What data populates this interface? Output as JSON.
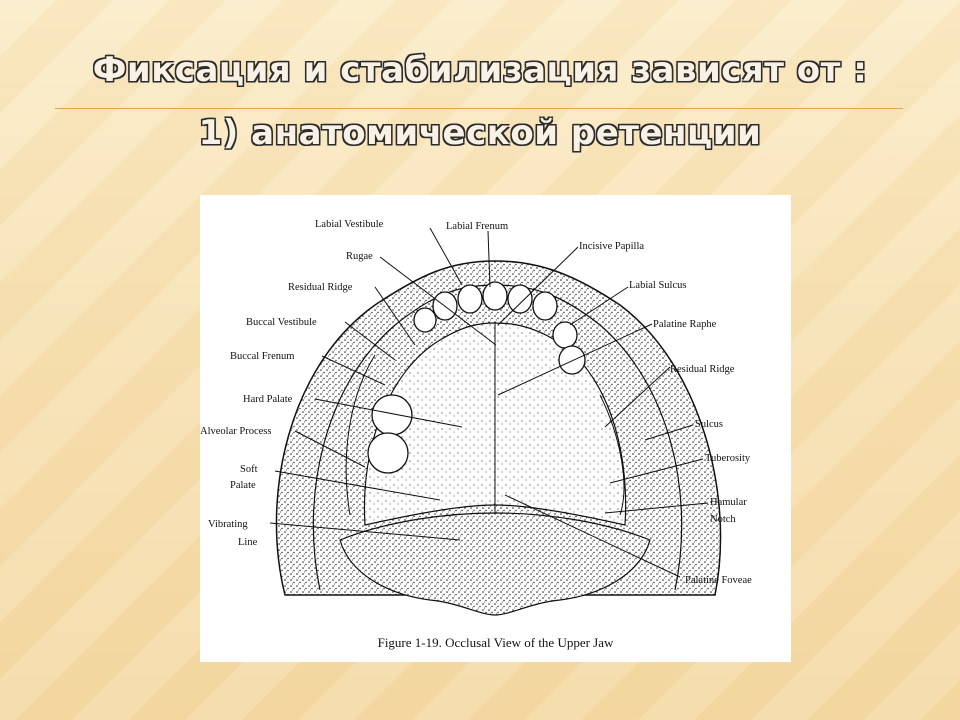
{
  "slide": {
    "title_line1": "Фиксация и стабилизация зависят от :",
    "title_line2": "1) анатомической ретенции"
  },
  "figure": {
    "caption": "Figure 1-19.  Occlusal View of the Upper Jaw",
    "labels": {
      "labial_vestibule": "Labial Vestibule",
      "labial_frenum": "Labial Frenum",
      "rugae": "Rugae",
      "incisive_papilla": "Incisive Papilla",
      "residual_ridge_left": "Residual Ridge",
      "labial_sulcus": "Labial Sulcus",
      "buccal_vestibule": "Buccal Vestibule",
      "palatine_raphe": "Palatine Raphe",
      "buccal_frenum": "Buccal Frenum",
      "residual_ridge_right": "Residual Ridge",
      "hard_palate": "Hard Palate",
      "sulcus": "Sulcus",
      "alveolar_process": "Alveolar Process",
      "tuberosity": "Tuberosity",
      "soft": "Soft",
      "palate": "Palate",
      "hamular": "Hamular",
      "notch": "Notch",
      "vibrating": "Vibrating",
      "line": "Line",
      "palatine_foveae": "Palatine Foveae"
    }
  }
}
